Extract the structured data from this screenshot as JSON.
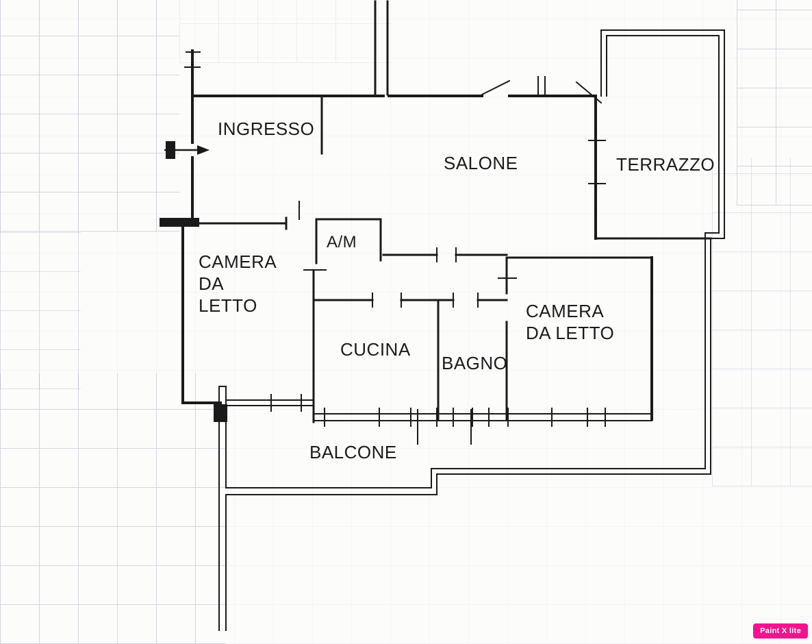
{
  "plan": {
    "labels": {
      "ingresso": "INGRESSO",
      "salone": "SALONE",
      "terrazzo": "TERRAZZO",
      "am": "A/M",
      "camera_sx": "CAMERA\nDA\nLETTO",
      "cucina": "CUCINA",
      "bagno": "BAGNO",
      "camera_dx": "CAMERA\nDA LETTO",
      "balcone": "BALCONE"
    },
    "colors": {
      "wall": "#1a1a1a",
      "paper": "#fcfcfa",
      "grid": "#7684a5",
      "badge_bg": "#f2138e",
      "badge_text": "#ffffff"
    },
    "badge": {
      "label": "Paint X lite"
    }
  }
}
